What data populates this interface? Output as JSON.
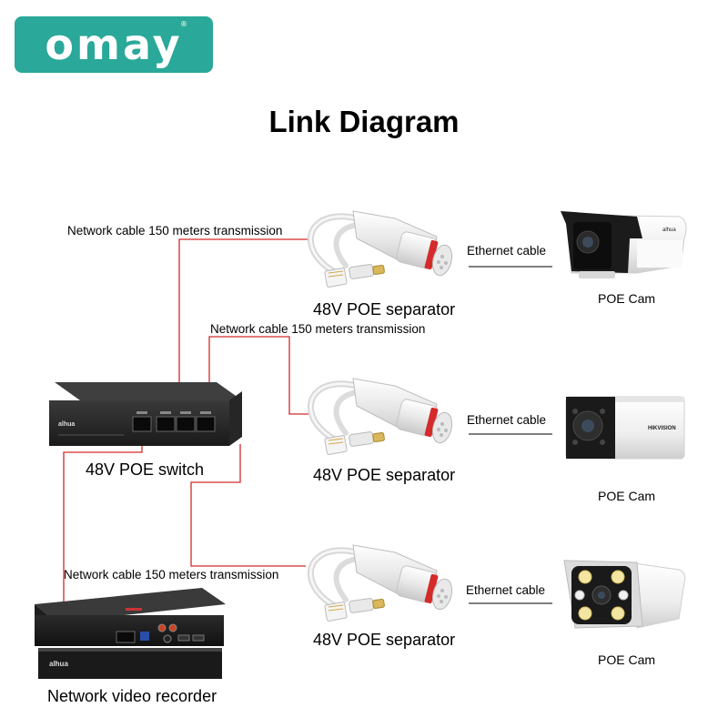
{
  "brand": {
    "logo_text": "omay",
    "registered_mark": "®",
    "color": "#2aa899"
  },
  "title": "Link Diagram",
  "labels": {
    "cable_label_1": "Network cable 150 meters transmission",
    "cable_label_2": "Network cable 150 meters transmission",
    "cable_label_3": "Network cable 150 meters transmission",
    "separator_1": "48V POE separator",
    "separator_2": "48V POE separator",
    "separator_3": "48V POE separator",
    "ethernet_1": "Ethernet cable",
    "ethernet_2": "Ethernet cable",
    "ethernet_3": "Ethernet cable",
    "cam_1": "POE Cam",
    "cam_2": "POE Cam",
    "cam_3": "POE Cam",
    "switch": "48V POE switch",
    "nvr": "Network video recorder"
  },
  "device_branding": {
    "switch_brand": "alhua",
    "nvr_brand": "alhua",
    "cam_1_brand": "alhua",
    "cam_2_brand": "HIKVISION"
  },
  "colors": {
    "link_line": "#d42a2a",
    "ethernet_line": "#333333"
  },
  "icons": [
    "poe-separator-icon",
    "bullet-camera-icon",
    "poe-switch-icon",
    "nvr-icon"
  ]
}
